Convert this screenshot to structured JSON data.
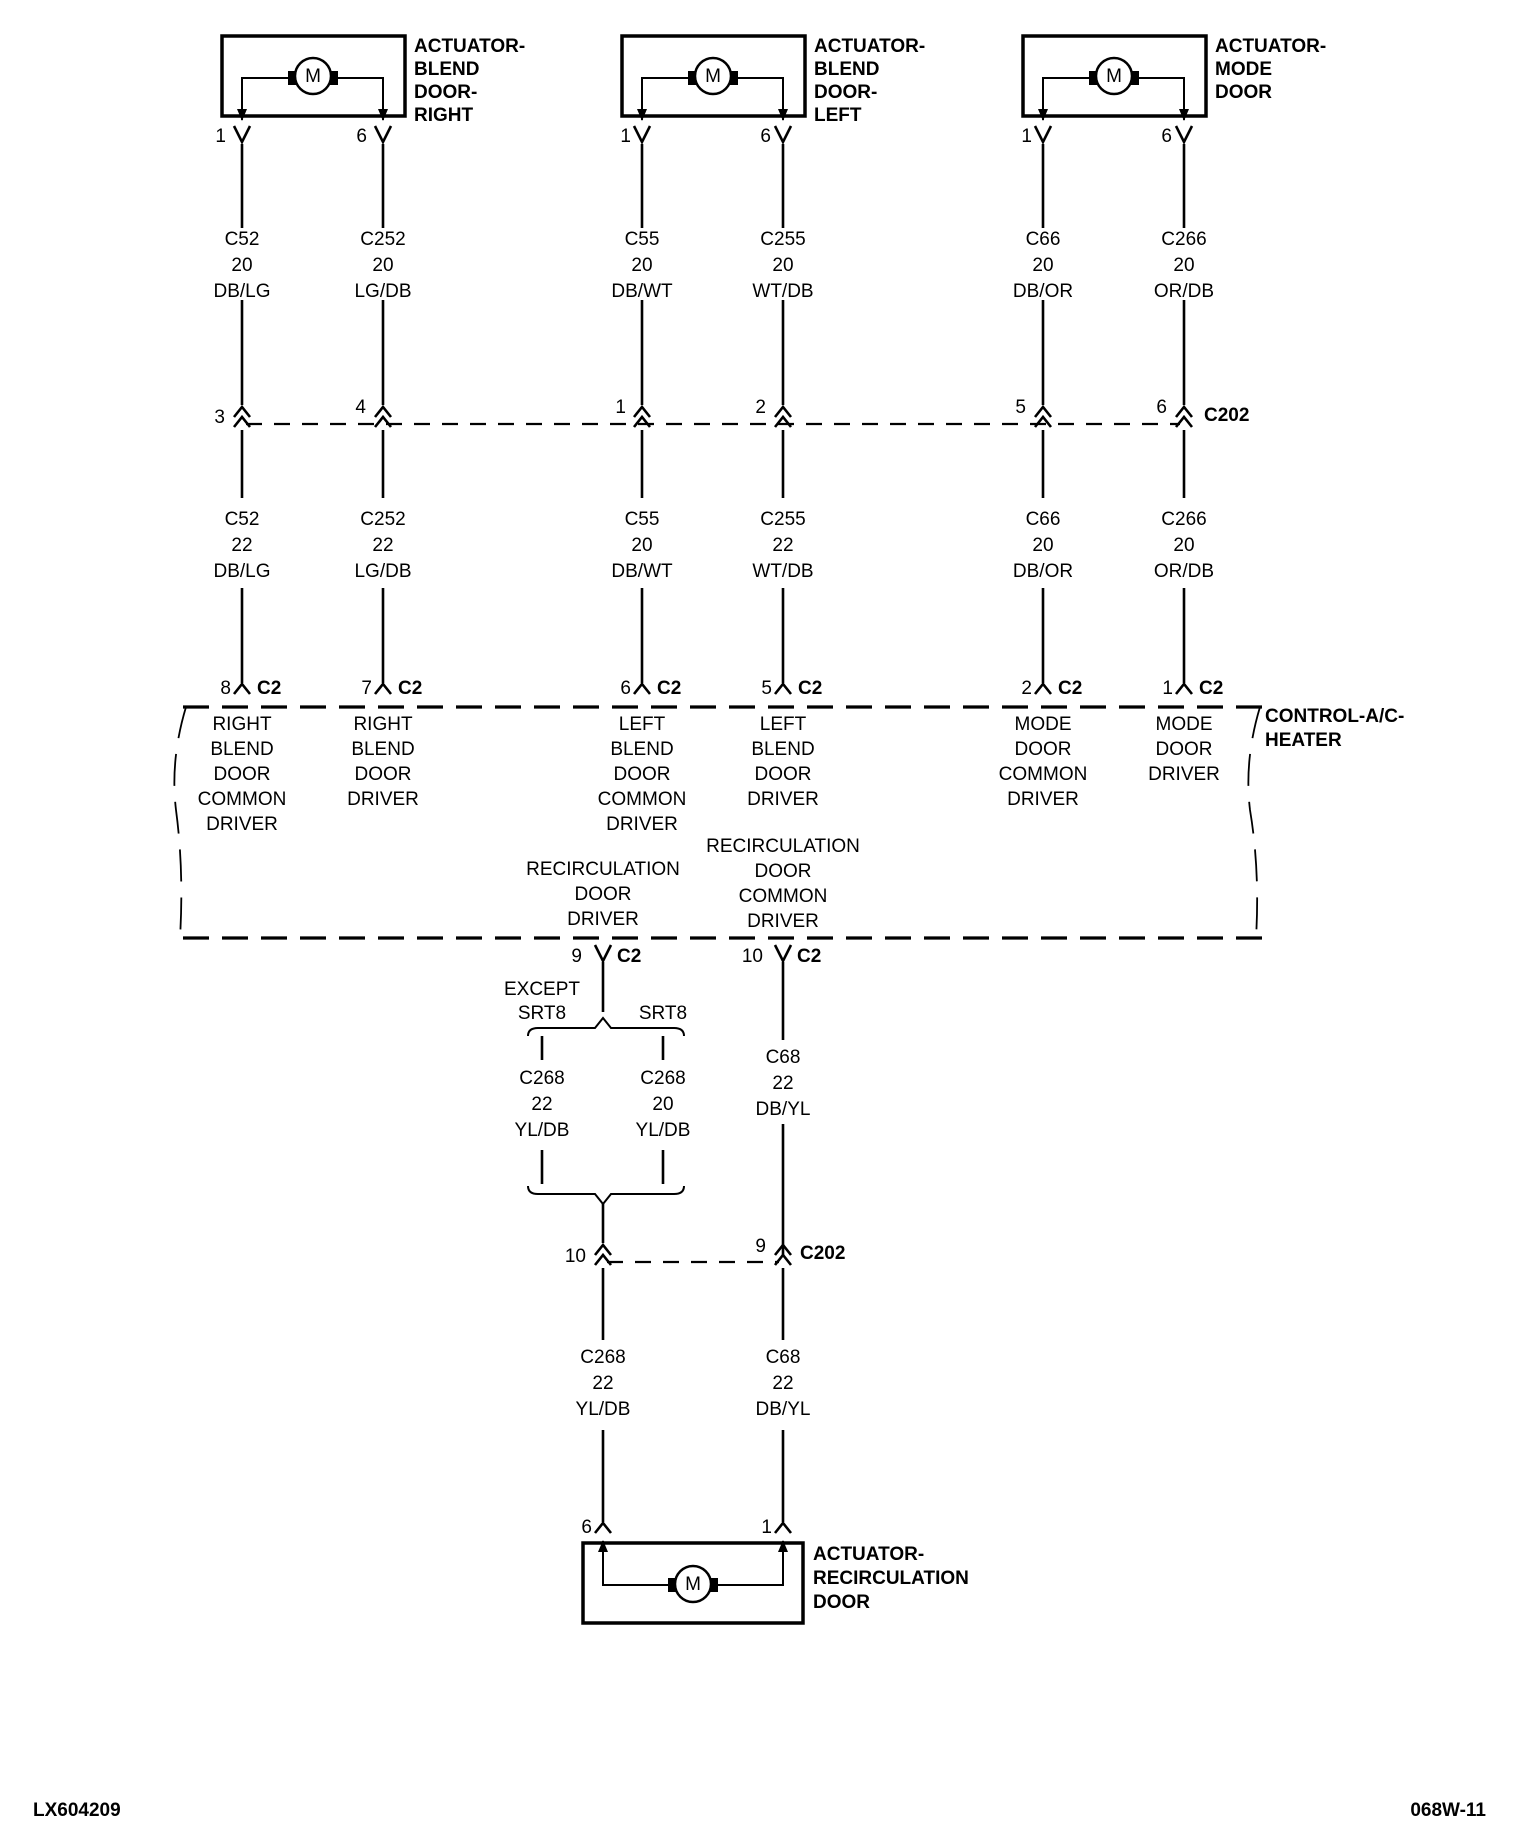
{
  "diagram_id": "LX604209",
  "page_code": "068W-11",
  "motor_symbol": "M",
  "actuators": {
    "blend_right": {
      "lines": [
        "ACTUATOR-",
        "BLEND",
        "DOOR-",
        "RIGHT"
      ],
      "pin_left": "1",
      "pin_right": "6"
    },
    "blend_left": {
      "lines": [
        "ACTUATOR-",
        "BLEND",
        "DOOR-",
        "LEFT"
      ],
      "pin_left": "1",
      "pin_right": "6"
    },
    "mode": {
      "lines": [
        "ACTUATOR-",
        "MODE",
        "DOOR"
      ],
      "pin_left": "1",
      "pin_right": "6"
    },
    "recirc": {
      "lines": [
        "ACTUATOR-",
        "RECIRCULATION",
        "DOOR"
      ],
      "pin_left": "6",
      "pin_right": "1"
    }
  },
  "upper_wires": [
    {
      "circuit": "C52",
      "gauge": "20",
      "color": "DB/LG"
    },
    {
      "circuit": "C252",
      "gauge": "20",
      "color": "LG/DB"
    },
    {
      "circuit": "C55",
      "gauge": "20",
      "color": "DB/WT"
    },
    {
      "circuit": "C255",
      "gauge": "20",
      "color": "WT/DB"
    },
    {
      "circuit": "C66",
      "gauge": "20",
      "color": "DB/OR"
    },
    {
      "circuit": "C266",
      "gauge": "20",
      "color": "OR/DB"
    }
  ],
  "c202": {
    "name": "C202",
    "upper_pins": [
      "3",
      "4",
      "1",
      "2",
      "5",
      "6"
    ],
    "lower_pins": [
      "10",
      "9"
    ]
  },
  "mid_wires": [
    {
      "circuit": "C52",
      "gauge": "22",
      "color": "DB/LG"
    },
    {
      "circuit": "C252",
      "gauge": "22",
      "color": "LG/DB"
    },
    {
      "circuit": "C55",
      "gauge": "20",
      "color": "DB/WT"
    },
    {
      "circuit": "C255",
      "gauge": "22",
      "color": "WT/DB"
    },
    {
      "circuit": "C66",
      "gauge": "20",
      "color": "DB/OR"
    },
    {
      "circuit": "C266",
      "gauge": "20",
      "color": "OR/DB"
    }
  ],
  "c2": {
    "name": "C2",
    "top_pins": [
      "8",
      "7",
      "6",
      "5",
      "2",
      "1"
    ],
    "bottom_pins": [
      "9",
      "10"
    ]
  },
  "module": {
    "name_lines": [
      "CONTROL-A/C-",
      "HEATER"
    ],
    "drivers": [
      [
        "RIGHT",
        "BLEND",
        "DOOR",
        "COMMON",
        "DRIVER"
      ],
      [
        "RIGHT",
        "BLEND",
        "DOOR",
        "DRIVER"
      ],
      [
        "LEFT",
        "BLEND",
        "DOOR",
        "COMMON",
        "DRIVER"
      ],
      [
        "LEFT",
        "BLEND",
        "DOOR",
        "DRIVER"
      ],
      [
        "MODE",
        "DOOR",
        "COMMON",
        "DRIVER"
      ],
      [
        "MODE",
        "DOOR",
        "DRIVER"
      ]
    ],
    "recirc_driver": [
      "RECIRCULATION",
      "DOOR",
      "DRIVER"
    ],
    "recirc_common": [
      "RECIRCULATION",
      "DOOR",
      "COMMON",
      "DRIVER"
    ]
  },
  "options": {
    "except_lines": [
      "EXCEPT",
      "SRT8"
    ],
    "srt8": "SRT8"
  },
  "lower_wires": {
    "c268_except": {
      "circuit": "C268",
      "gauge": "22",
      "color": "YL/DB"
    },
    "c268_srt8": {
      "circuit": "C268",
      "gauge": "20",
      "color": "YL/DB"
    },
    "c68_upper": {
      "circuit": "C68",
      "gauge": "22",
      "color": "DB/YL"
    },
    "c268_lower": {
      "circuit": "C268",
      "gauge": "22",
      "color": "YL/DB"
    },
    "c68_lower": {
      "circuit": "C68",
      "gauge": "22",
      "color": "DB/YL"
    }
  }
}
